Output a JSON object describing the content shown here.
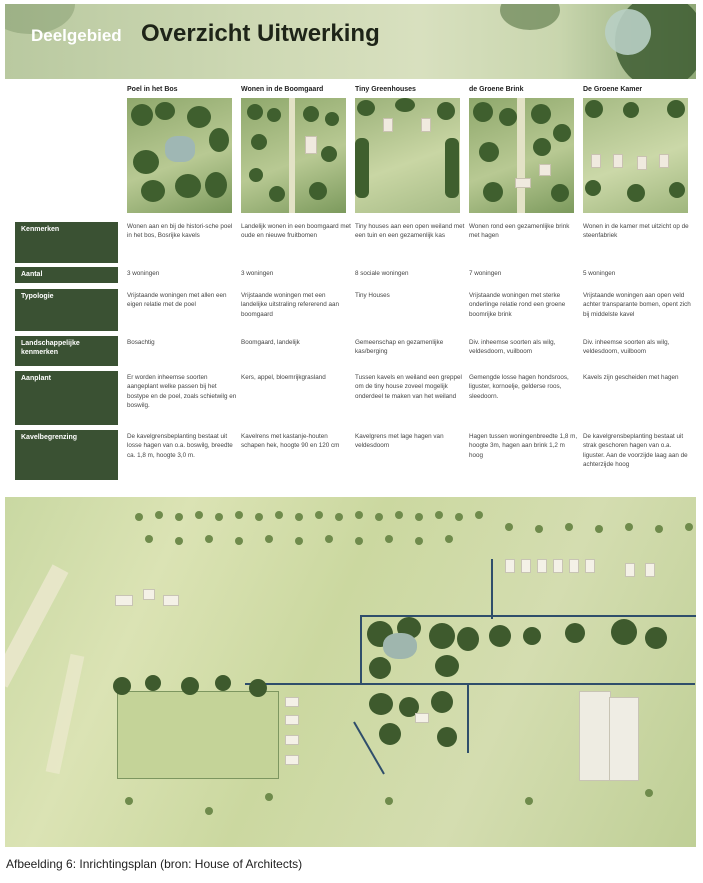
{
  "header": {
    "prefix": "Deelgebied",
    "title": "Overzicht Uitwerking"
  },
  "columns": [
    {
      "name": "Poel in het Bos"
    },
    {
      "name": "Wonen in de Boomgaard"
    },
    {
      "name": "Tiny Greenhouses"
    },
    {
      "name": "de Groene Brink"
    },
    {
      "name": "De Groene Kamer"
    }
  ],
  "rows": [
    {
      "label": "Kenmerken",
      "cells": [
        "Wonen aan en bij de histori-sche poel in het bos, Bosrijke kavels",
        "Landelijk wonen in een boomgaard met oude en nieuwe fruitbomen",
        "Tiny houses aan een open weiland met een tuin en een gezamenlijk kas",
        "Wonen rond een gezamenlijke brink met hagen",
        "Wonen in de kamer met uitzicht op de steenfabriek"
      ]
    },
    {
      "label": "Aantal",
      "cells": [
        "3 woningen",
        "3 woningen",
        "8 sociale woningen",
        "7 woningen",
        "5 woningen"
      ]
    },
    {
      "label": "Typologie",
      "cells": [
        "Vrijstaande woningen met allen een eigen relatie met de poel",
        "Vrijstaande woningen met een landelijke uitstraling refererend aan boomgaard",
        "Tiny Houses",
        "Vrijstaande woningen met sterke onderlinge relatie rond een groene boomrijke brink",
        "Vrijstaande woningen aan open veld achter transparante bomen, opent zich bij middelste kavel"
      ]
    },
    {
      "label": "Landschappelijke kenmerken",
      "cells": [
        "Bosachtig",
        "Boomgaard, landelijk",
        "Gemeenschap en gezamenlijke kas/berging",
        "Div. inheemse soorten als wilg, veldesdoorn, vuilboom",
        "Div. inheemse soorten als wilg, veldesdoorn, vuilboom"
      ]
    },
    {
      "label": "Aanplant",
      "cells": [
        "Er worden inheemse soorten aangeplant welke passen bij het bostype en de poel, zoals schietwilg en boswilg.",
        "Kers, appel, bloemrijkgrasland",
        "Tussen kavels en weiland een greppel om de tiny house zoveel mogelijk onderdeel te maken van het weiland",
        "Gemengde losse hagen hondsroos, liguster, kornoelje, gelderse roos, sleedoorn.",
        "Kavels zijn gescheiden met hagen"
      ]
    },
    {
      "label": "Kavelbegrenzing",
      "cells": [
        "De kavelgrensbeplanting bestaat uit losse hagen van o.a. boswilg, breedte ca. 1,8 m, hoogte 3,0 m.",
        "Kavelrens met kastanje-houten schapen hek, hoogte 90 en 120 cm",
        "Kavelgrens met lage hagen van veldesdoorn",
        "Hagen tussen woningenbreedte 1,8 m, hoogte 3m, hagen aan brink 1,2 m hoog",
        "De kavelgrensbeplanting bestaat uit strak geschoren hagen van o.a. liguster. Aan de voorzijde laag aan de achterzijde hoog"
      ]
    }
  ],
  "caption": "Afbeelding 6: Inrichtingsplan (bron: House of Architects)",
  "colors": {
    "label_bg": "#3a5133",
    "banner_title": "#1e2418",
    "banner_prefix": "#ffffff"
  }
}
